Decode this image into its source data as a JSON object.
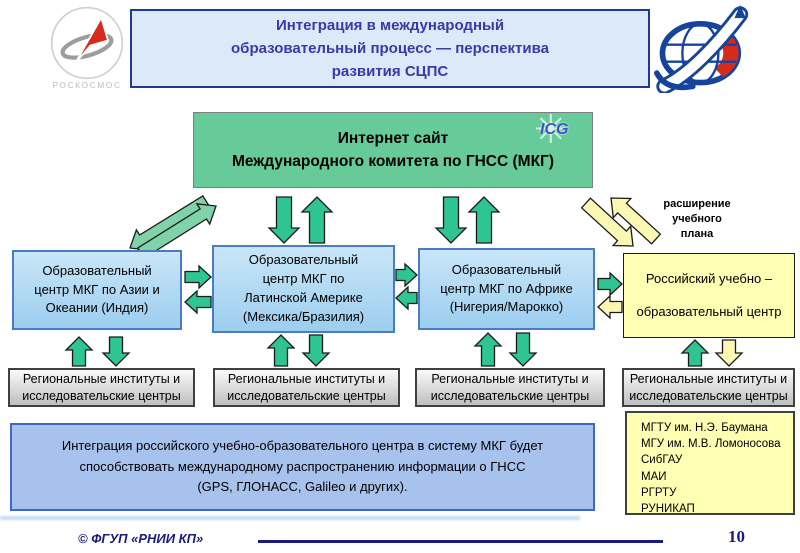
{
  "colors": {
    "green_arrow": "#2EC591",
    "green_arrow_light": "#80D3A9",
    "yellow_arrow": "#FBF8B4",
    "arrow_outline": "#1a1a1a",
    "accent_navy": "#1A1A7E"
  },
  "header": {
    "roscosmos_label": "РОСКОСМОС",
    "title_lines": [
      "Интеграция в международный",
      "образовательный процесс — перспектива",
      "развития СЦПС"
    ]
  },
  "diagram": {
    "site_box": {
      "lines": [
        "Интернет сайт",
        "Международного комитета по ГНСС (МКГ)"
      ],
      "logo_text": "ICG"
    },
    "expansion_lines": [
      "расширение",
      "учебного",
      "плана"
    ],
    "centers": [
      {
        "lines": [
          "Образовательный",
          "центр МКГ по Азии и",
          "Океании (Индия)"
        ]
      },
      {
        "lines": [
          "Образовательный",
          "центр МКГ по",
          "Латинской Америке",
          "(Мексика/Бразилия)"
        ]
      },
      {
        "lines": [
          "Образовательный",
          "центр МКГ по Африке",
          "(Нигерия/Марокко)"
        ]
      }
    ],
    "russian_center_lines": [
      "Российский учебно –",
      "",
      "образовательный центр"
    ],
    "regional_lines": [
      "Региональные институты и",
      "исследовательские центры"
    ],
    "integration_lines": [
      "Интеграция российского учебно-образовательного центра в систему МКГ будет",
      "способствовать международному распространению информации о ГНСС",
      "(GPS, ГЛОНАСС, Galileo и других)."
    ],
    "universities": [
      "МГТУ им. Н.Э. Баумана",
      "МГУ им. М.В. Ломоносова",
      "СибГАУ",
      "МАИ",
      "РГРТУ",
      "РУНИКАП"
    ]
  },
  "footer": {
    "copyright": "© ФГУП «РНИИ КП»",
    "page_number": "10"
  }
}
